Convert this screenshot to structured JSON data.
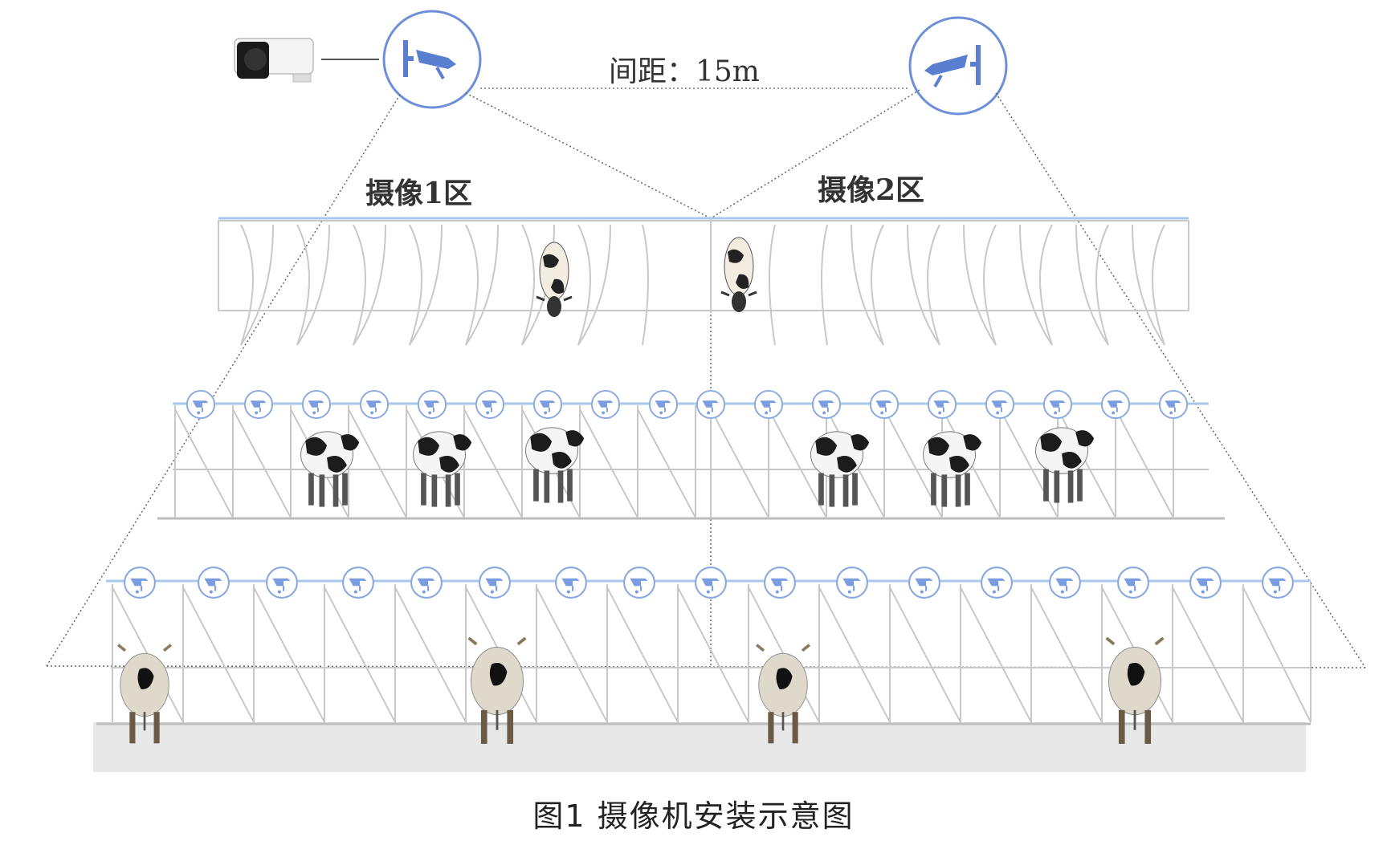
{
  "diagram": {
    "spacing_label": "间距：15m",
    "zone1_label": "摄像1区",
    "zone2_label": "摄像2区",
    "caption": "图1  摄像机安装示意图",
    "cameras": [
      {
        "id": "camera-1",
        "icon": "cctv-camera-icon"
      },
      {
        "id": "camera-2",
        "icon": "cctv-camera-icon"
      }
    ],
    "device_icon": "bullet-camera-icon",
    "colors": {
      "camera_circle": "#6d8fd9",
      "camera_fill": "#5b7fd0",
      "frame_line": "#c8c8c8",
      "rail": "#a9c8ec",
      "dotted_line": "#666666",
      "floor": "#e8e8e8"
    }
  }
}
